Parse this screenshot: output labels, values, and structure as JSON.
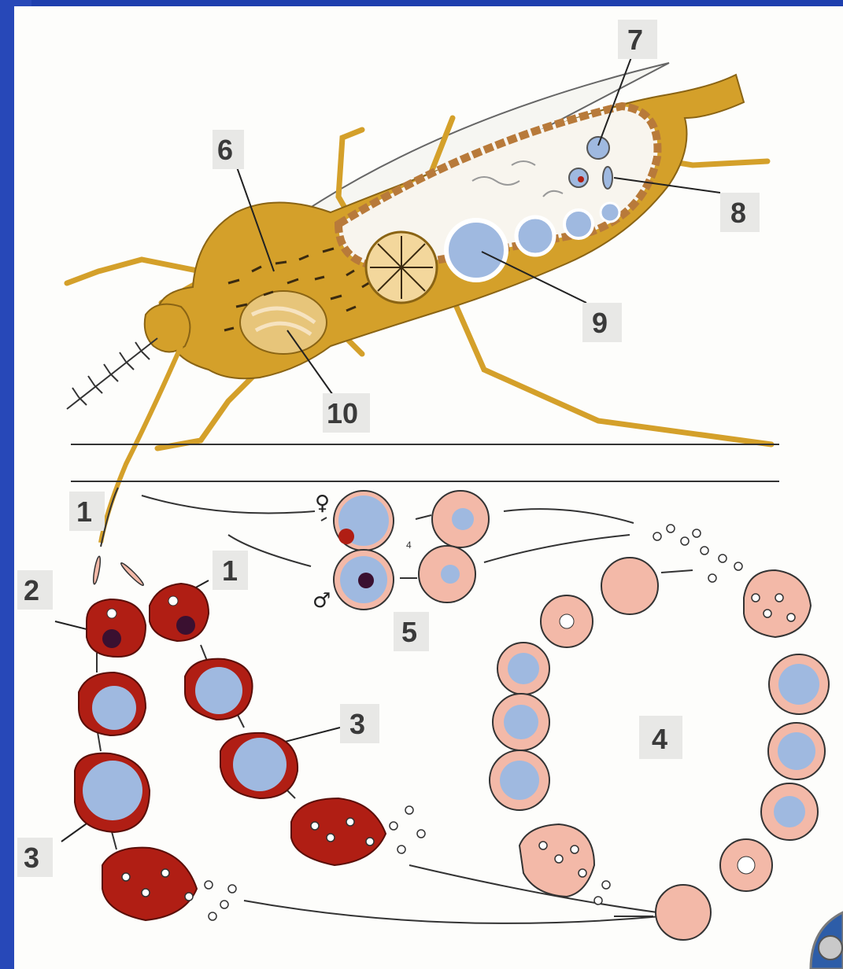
{
  "diagram": {
    "labels": {
      "l1a": "1",
      "l1b": "1",
      "l2": "2",
      "l3a": "3",
      "l3b": "3",
      "l4": "4",
      "l5": "5",
      "l6": "6",
      "l7": "7",
      "l8": "8",
      "l9": "9",
      "l10": "10",
      "small4": "4"
    },
    "symbols": {
      "female": "♀",
      "male": "♂"
    }
  },
  "colors": {
    "background": "#1e3fae",
    "panel": "#fdfdfb",
    "mosquito": "#d4a02a",
    "mosquito_dark": "#8a6414",
    "host_cell": "#f3b9a8",
    "infected_cell": "#b01e14",
    "parasite": "#9fb9e0",
    "label_plate": "#e8e8e6"
  }
}
